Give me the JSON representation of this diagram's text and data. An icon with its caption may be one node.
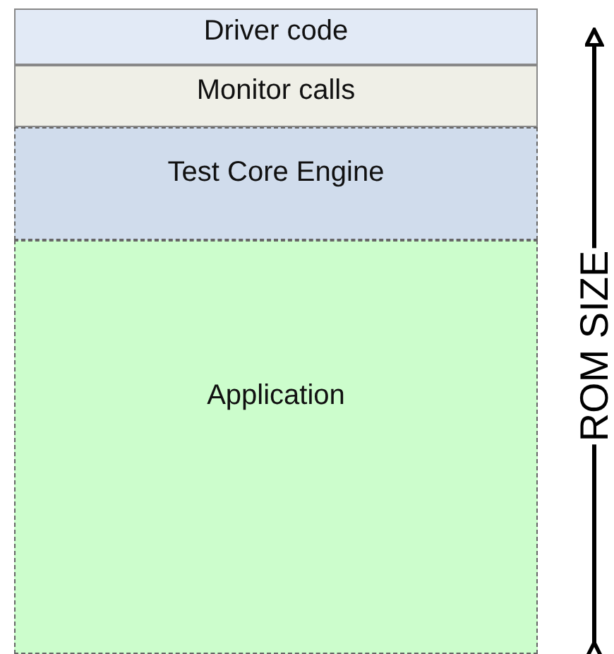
{
  "diagram": {
    "nodes": [
      {
        "text": [
          "Driver code"
        ]
      },
      {
        "text": [
          "Monitor calls"
        ]
      },
      {
        "text": [
          "Test Core Engine"
        ]
      },
      {
        "text": [
          "Application"
        ]
      }
    ],
    "labels": [
      "ROM SIZE"
    ]
  }
}
